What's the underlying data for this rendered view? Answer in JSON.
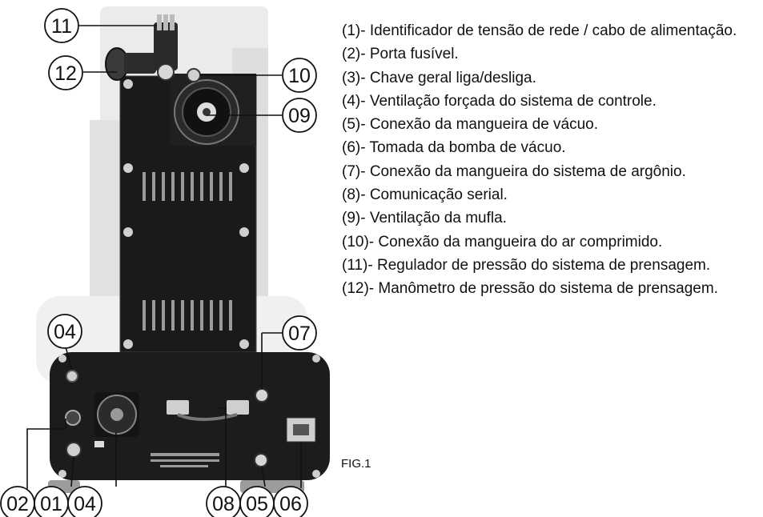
{
  "callouts": {
    "c11": "11",
    "c12": "12",
    "c10": "10",
    "c09": "09",
    "c04_left": "04",
    "c07": "07",
    "c02": "02",
    "c01": "01",
    "c04_bottom": "04",
    "c08": "08",
    "c05": "05",
    "c06": "06"
  },
  "legend": {
    "items": [
      "(1)- Identificador de tensão de  rede / cabo de alimentação.",
      "(2)- Porta fusível.",
      "(3)- Chave geral liga/desliga.",
      "(4)- Ventilação forçada do sistema de controle.",
      "(5)- Conexão da mangueira de vácuo.",
      "(6)- Tomada da bomba de vácuo.",
      "(7)- Conexão da mangueira do sistema de argônio.",
      "(8)- Comunicação serial.",
      "(9)- Ventilação da mufla.",
      "(10)- Conexão da mangueira do ar comprimido.",
      "(11)- Regulador de pressão do sistema de prensagem.",
      "(12)- Manômetro de pressão   do sistema de prensagem."
    ]
  },
  "figure_caption": "FIG.1"
}
